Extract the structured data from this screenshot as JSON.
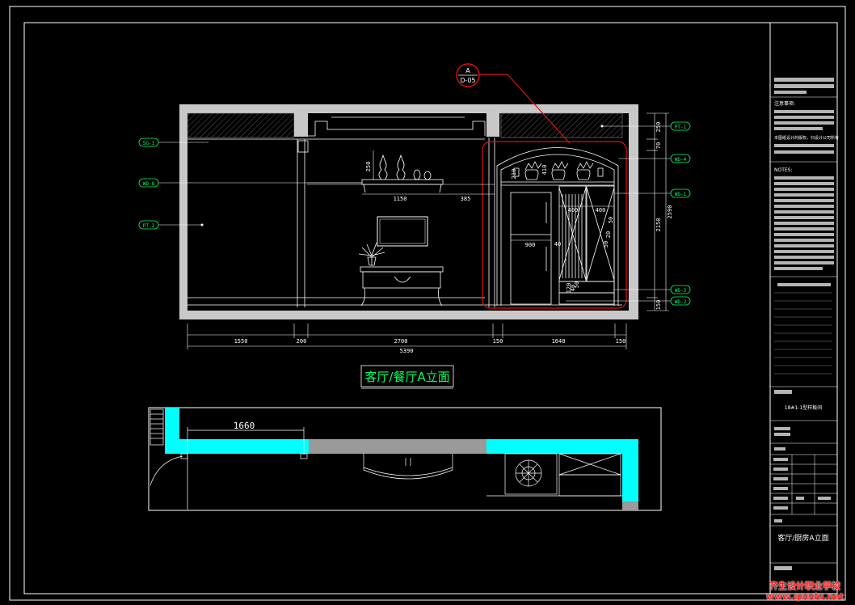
{
  "section_marker": {
    "letter": "A",
    "sheet": "D-05"
  },
  "elevation_title": "客厅/餐厅A立面",
  "sheet_name": "客厅/厨房A立面",
  "material_tags": {
    "left": [
      "SG-1",
      "WD-8",
      "PT-2"
    ],
    "right": [
      "PT-1",
      "WD-4",
      "WD-1",
      "WD-3",
      "WD-2"
    ]
  },
  "dims": {
    "bottom": [
      "1550",
      "200",
      "2700",
      "150",
      "1640",
      "150"
    ],
    "total": "5390",
    "right": [
      "250",
      "70",
      "2150",
      "150"
    ],
    "right_total": "2590",
    "vase_height": "250",
    "shelf_width": "1150",
    "shelf_gap": "385",
    "fridge_width": "900",
    "cab_left": "400",
    "cab_right": "400",
    "arch_left": "210",
    "arch_mid": "410",
    "small_a": "50",
    "small_b": "20",
    "small_c": "50",
    "small_d": "40",
    "small_e": "50",
    "low_a": "120",
    "low_b": "40",
    "plan_dim": "1660"
  },
  "titleblock": {
    "notes_header": "注意事项:",
    "notes_sub": "本图纸设计的版权，归设计公司所有",
    "notes2_header": "NOTES:",
    "project_line": "18#1-1型样板间"
  },
  "watermark": {
    "line1": "齐生设计职业学校",
    "line2": "www.qsedu.net"
  },
  "colors": {
    "frame": "#ffffff",
    "wall": "#c8c8c8",
    "cyan": "#00ffff",
    "red": "#e01010",
    "tag": "#00ff66",
    "grey": "#9a9a9a"
  }
}
